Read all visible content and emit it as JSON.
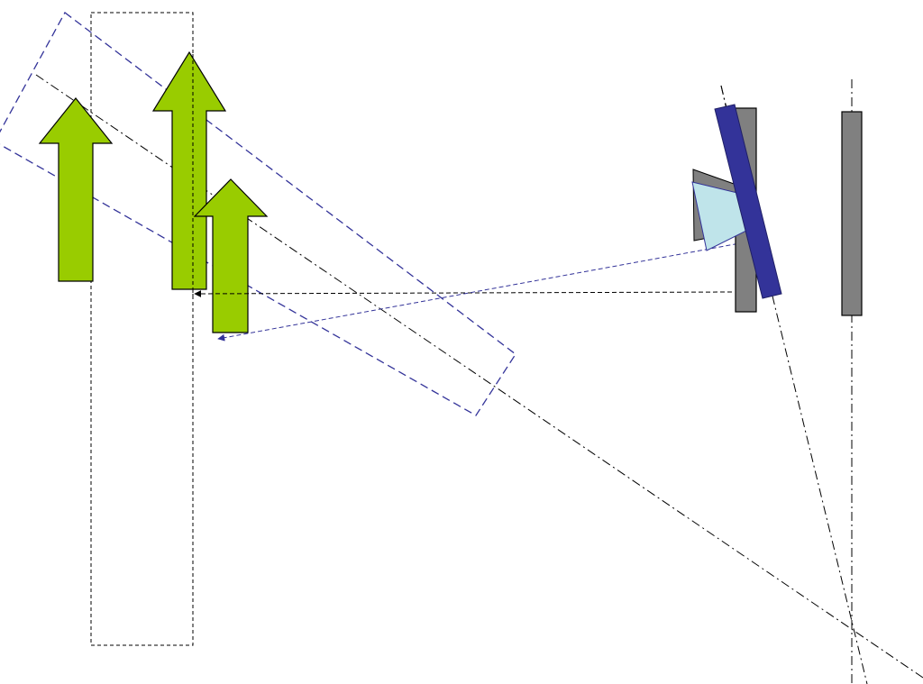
{
  "diagram": {
    "colors": {
      "background": "#ffffff",
      "arrow_fill": "#99cc00",
      "arrow_stroke": "#000000",
      "construction_line": "#000000",
      "blue_line": "#333399",
      "panel_gray": "#808080",
      "panel_blue": "#333399",
      "prism_light": "#bfe4ea",
      "prism_gray": "#808080"
    },
    "elements": [
      "object-arrow-left",
      "object-arrow-middle",
      "object-arrow-right",
      "vertical-dashed-frame",
      "tilted-dashed-frame",
      "optical-axis-line",
      "sensor-axis-line",
      "tilted-plane-axis-line",
      "vertical-plane-axis-line",
      "ray-black-arrow",
      "ray-blue-arrow",
      "lens-panel-gray",
      "tilted-lens-panel-blue",
      "prism-gray",
      "prism-light",
      "sensor-panel-gray"
    ]
  }
}
